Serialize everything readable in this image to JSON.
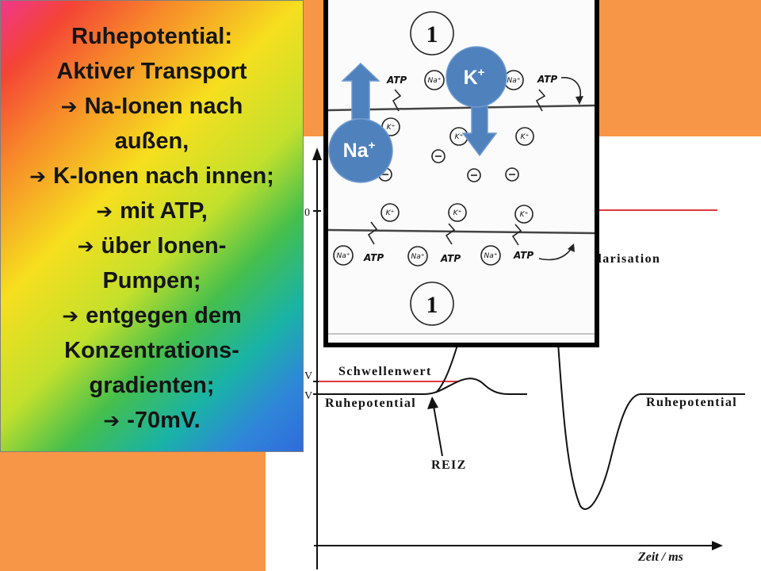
{
  "colors": {
    "slide_background": "#F79646",
    "ion_marker_fill": "#4F81BD",
    "red_reference_lines": "#E0393E",
    "figure_frame": "#000000"
  },
  "text_box": {
    "title_lines": [
      "Ruhepotential:",
      "Aktiver Transport"
    ],
    "arrow_icon": "arrow-right-icon",
    "arrow_glyph": "➔",
    "bullets": [
      {
        "lines": [
          "Na-Ionen nach",
          "außen,"
        ]
      },
      {
        "lines": [
          "K-Ionen nach innen;"
        ]
      },
      {
        "lines": [
          "mit ATP,"
        ]
      },
      {
        "lines": [
          "über Ionen-",
          "Pumpen;"
        ]
      },
      {
        "lines": [
          "entgegen dem",
          "Konzentrations-",
          "gradienten;"
        ]
      },
      {
        "lines": [
          "-70mV."
        ]
      }
    ]
  },
  "membrane_figure": {
    "compartment_number_top": "1",
    "compartment_number_bottom": "1",
    "outside_top_labels": [
      "ATP",
      "Na⁺",
      "Na⁺",
      "ATP"
    ],
    "inside_top_labels": [
      "K⁺",
      "K⁺",
      "K⁺"
    ],
    "inside_bottom_labels": [
      "K⁺",
      "K⁺",
      "K⁺"
    ],
    "outside_bottom_labels": [
      "Na⁺",
      "ATP",
      "Na⁺",
      "ATP",
      "Na⁺",
      "ATP"
    ]
  },
  "ion_markers": {
    "sodium": {
      "base": "Na",
      "sup": "+"
    },
    "potassium": {
      "base": "K",
      "sup": "+"
    }
  },
  "graph": {
    "y_axis_zero_label": "0",
    "y_axis_unit_fragments": [
      "V",
      "V"
    ],
    "depolarisation_label": "olarisation",
    "threshold_label": "Schwellenwert",
    "resting_label_left": "Ruhepotential",
    "resting_label_right": "Ruhepotential",
    "stimulus_label": "REIZ",
    "x_axis_label": "Zeit / ms"
  }
}
